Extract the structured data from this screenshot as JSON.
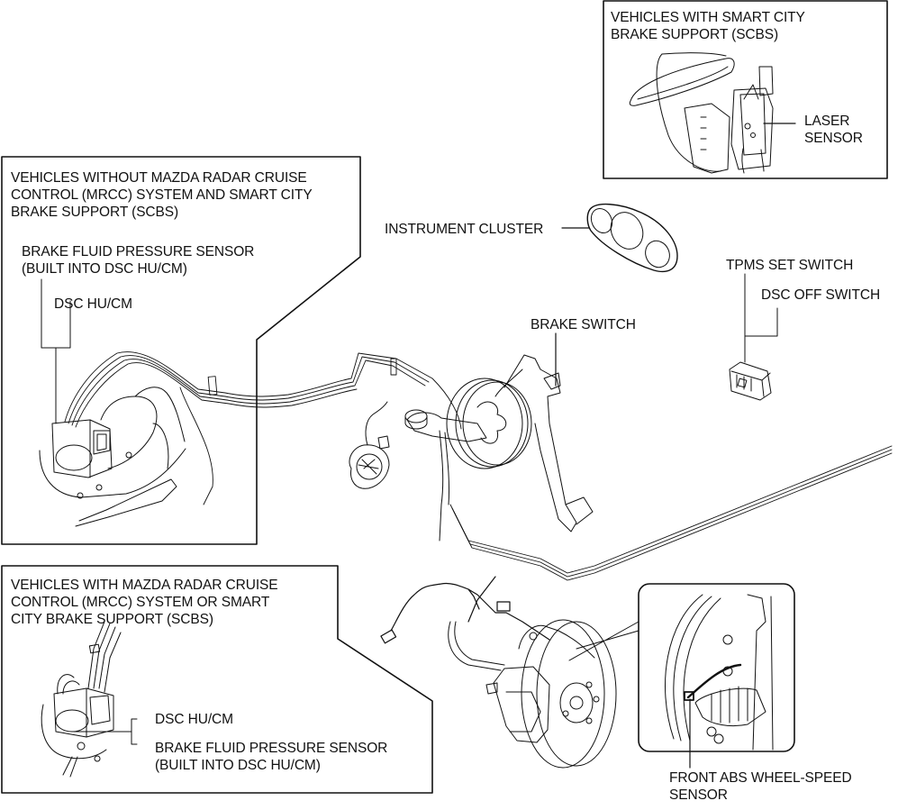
{
  "diagram": {
    "title": "Brake system component location (DSC / ABS)",
    "callouts": {
      "scbs_box": {
        "heading_lines": [
          "VEHICLES WITH SMART CITY",
          "BRAKE SUPPORT (SCBS)"
        ],
        "label_lines": [
          "LASER",
          "SENSOR"
        ]
      },
      "without_mrcc_box": {
        "heading_lines": [
          "VEHICLES WITHOUT MAZDA RADAR CRUISE",
          "CONTROL (MRCC) SYSTEM AND SMART CITY",
          "BRAKE SUPPORT (SCBS)"
        ],
        "sensor_label_lines": [
          "BRAKE FLUID PRESSURE SENSOR",
          "(BUILT INTO DSC HU/CM)"
        ],
        "unit_label": "DSC HU/CM"
      },
      "with_mrcc_box": {
        "heading_lines": [
          "VEHICLES WITH MAZDA RADAR CRUISE",
          "CONTROL (MRCC) SYSTEM OR SMART",
          "CITY BRAKE SUPPORT (SCBS)"
        ],
        "unit_label": "DSC HU/CM",
        "sensor_label_lines": [
          "BRAKE FLUID PRESSURE SENSOR",
          "(BUILT INTO DSC HU/CM)"
        ]
      },
      "wheel_detail": {
        "label_lines": [
          "FRONT ABS WHEEL-SPEED",
          "SENSOR"
        ]
      }
    },
    "labels": {
      "instrument_cluster": "INSTRUMENT CLUSTER",
      "brake_switch": "BRAKE SWITCH",
      "tpms_set_switch": "TPMS SET SWITCH",
      "dsc_off_switch": "DSC OFF SWITCH"
    }
  }
}
